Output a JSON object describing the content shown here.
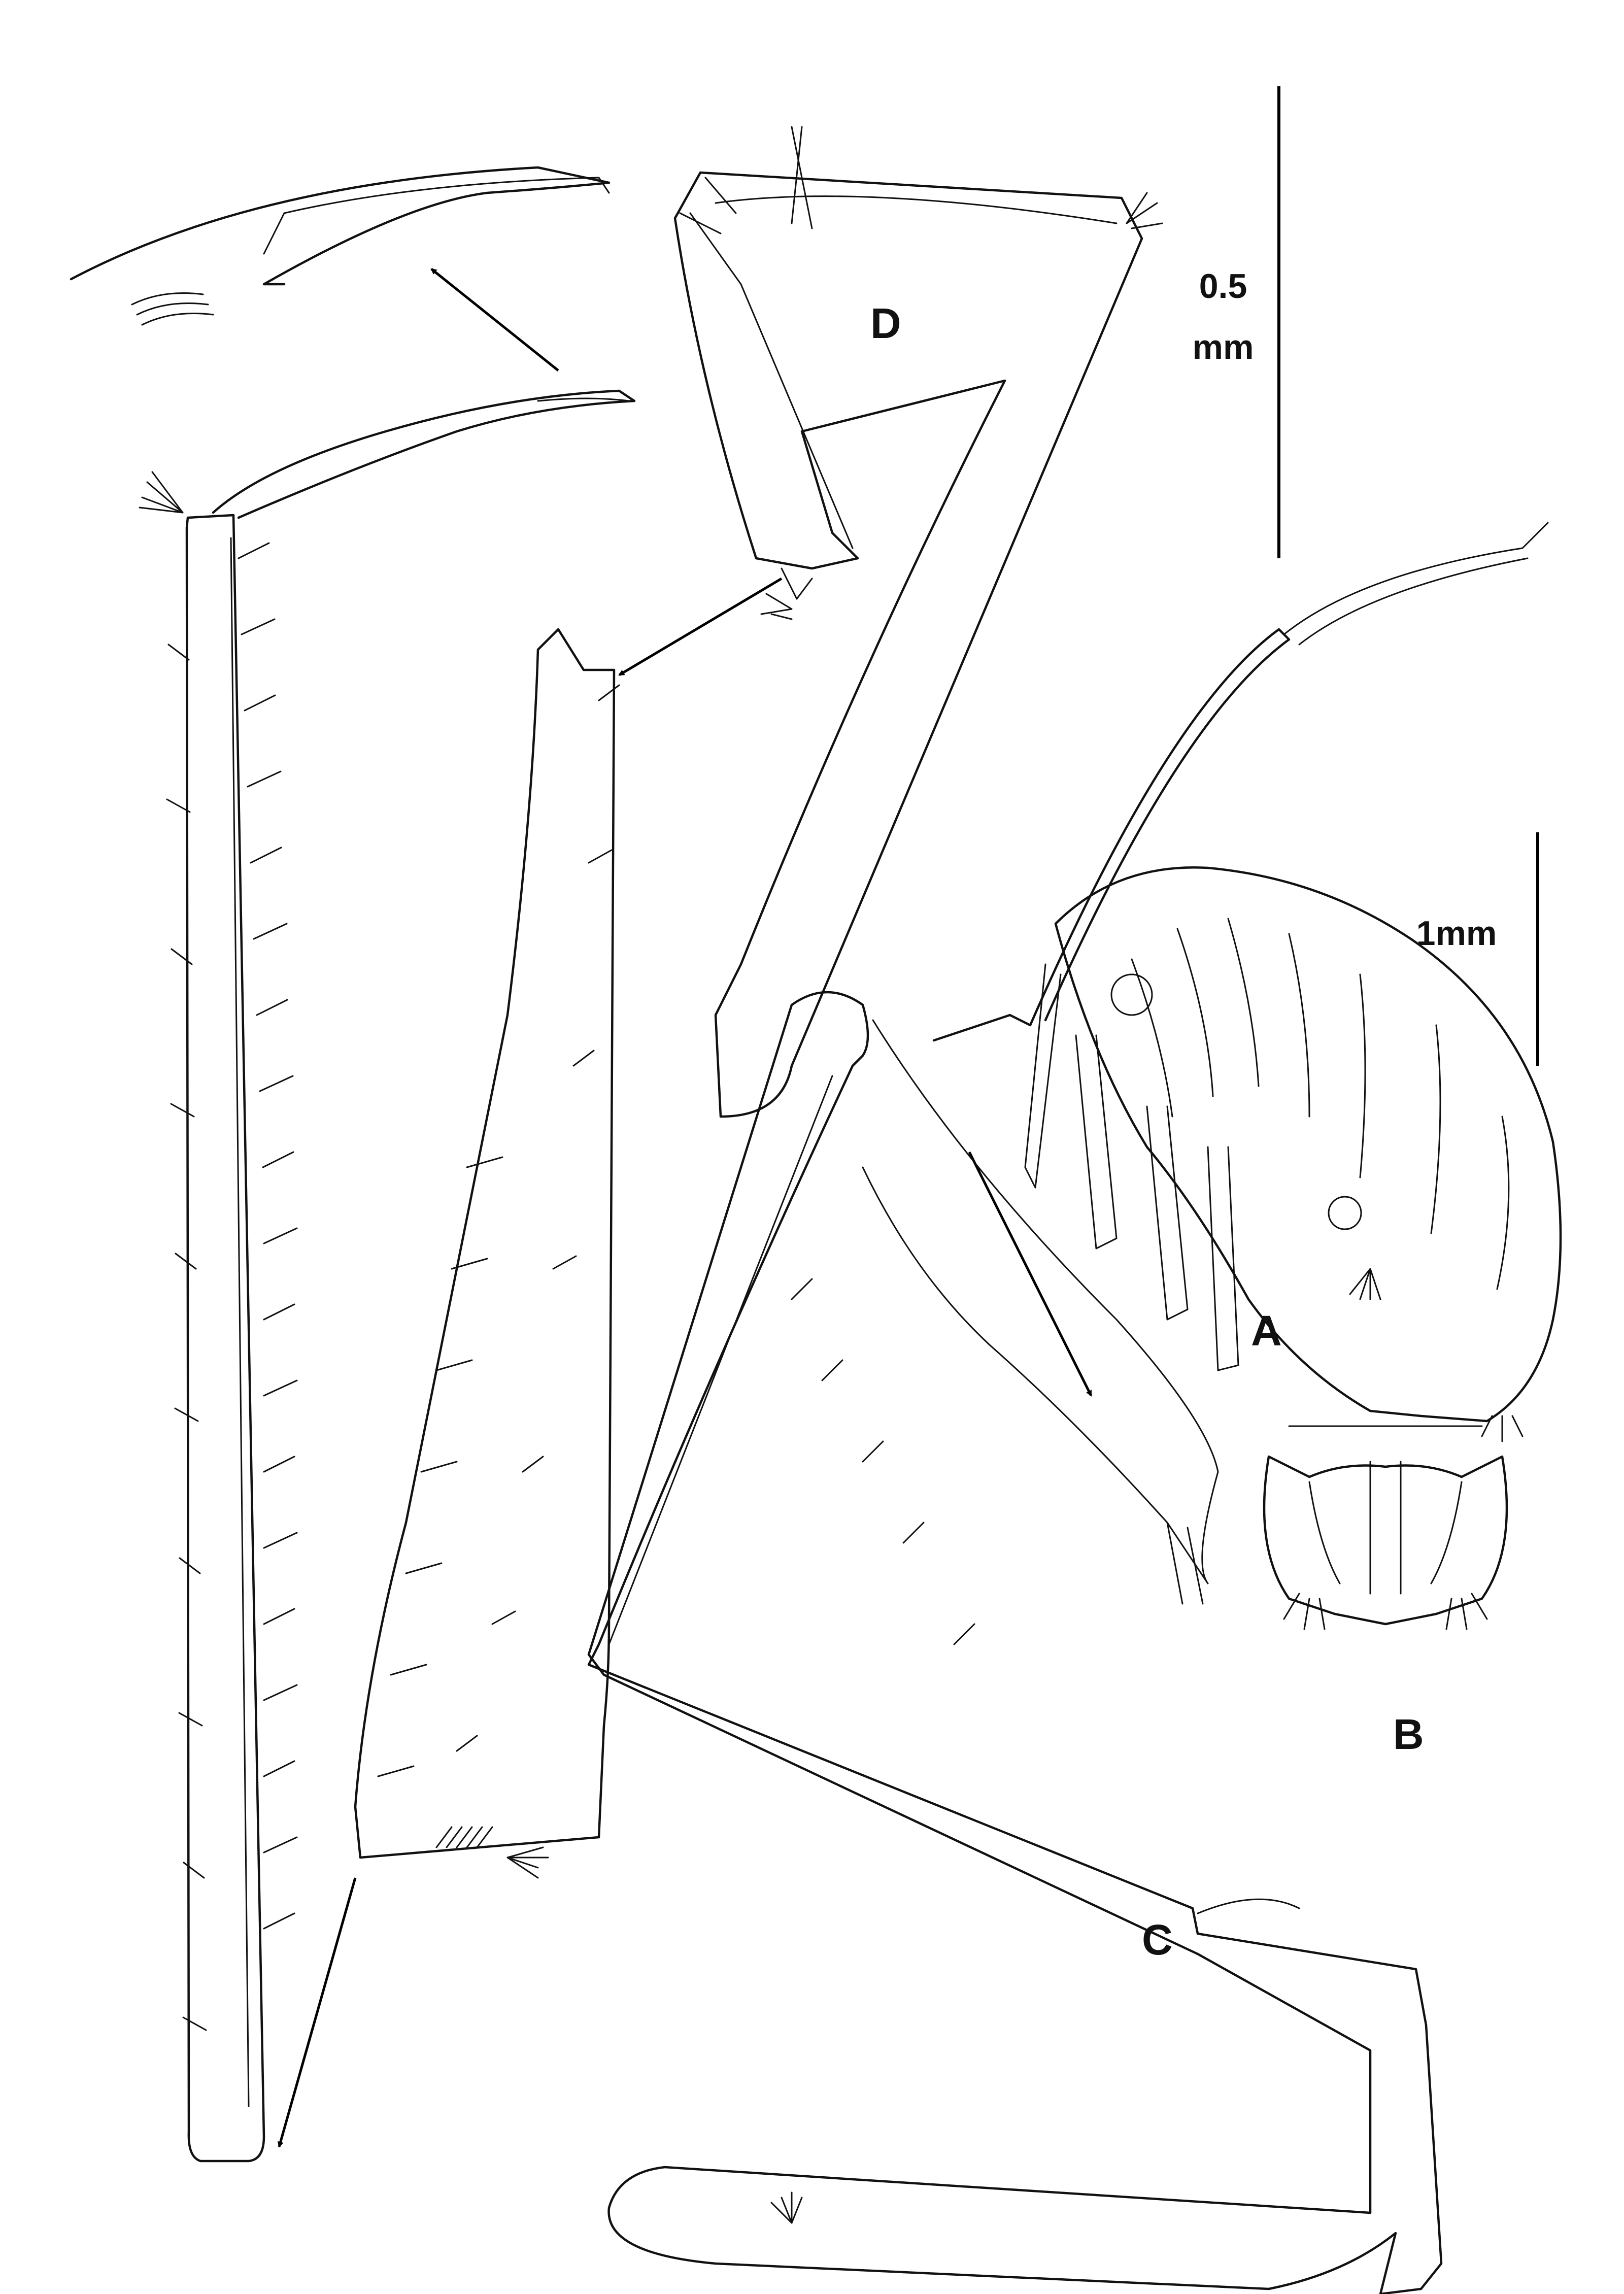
{
  "panels": {
    "a": "A",
    "b": "B",
    "c": "C",
    "d": "D"
  },
  "scale_bars": {
    "upper": {
      "value": "0.5",
      "unit": "mm"
    },
    "lower": {
      "text": "1mm"
    }
  }
}
